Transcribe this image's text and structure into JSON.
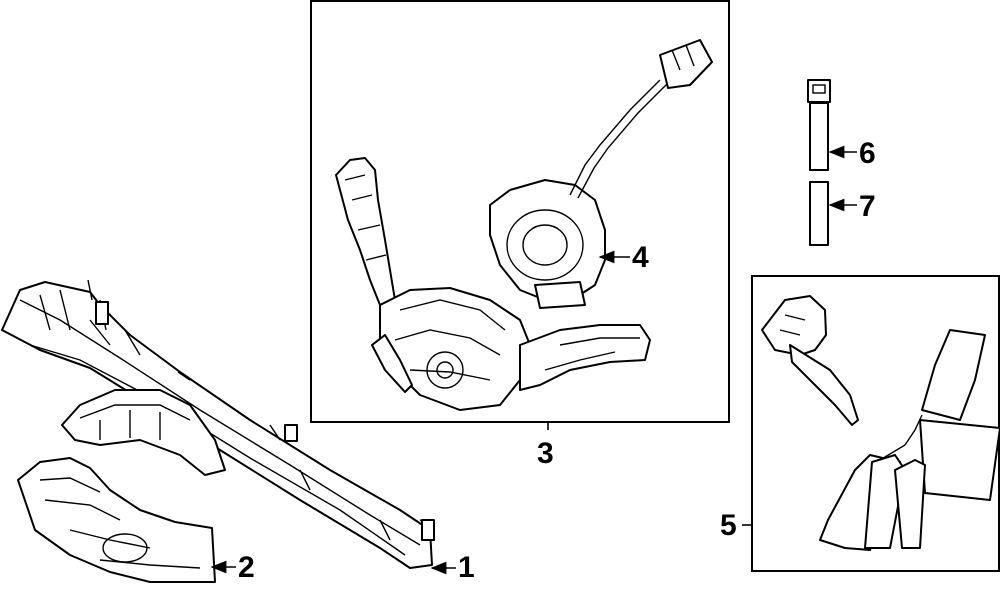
{
  "callouts": [
    {
      "id": "1",
      "text": "1"
    },
    {
      "id": "2",
      "text": "2"
    },
    {
      "id": "3",
      "text": "3"
    },
    {
      "id": "4",
      "text": "4"
    },
    {
      "id": "5",
      "text": "5"
    },
    {
      "id": "6",
      "text": "6"
    },
    {
      "id": "7",
      "text": "7"
    }
  ],
  "parts": {
    "p1": "steering-column-housing",
    "p2": "column-cover-shrouds",
    "p3": "combination-switch-assembly",
    "p4": "clock-spring",
    "p5": "ignition-lock-and-keys",
    "p6": "key-blank",
    "p7": "key-tag"
  },
  "colors": {
    "line": "#000000",
    "background": "#ffffff"
  }
}
